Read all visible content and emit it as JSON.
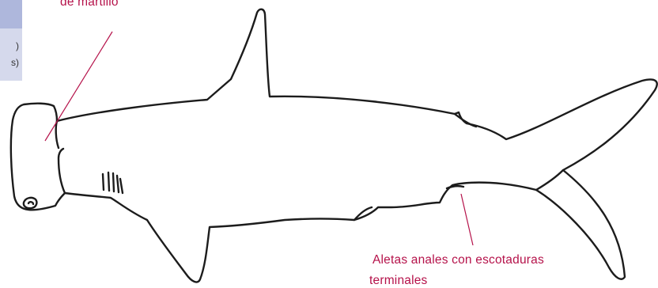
{
  "colors": {
    "panel_head": "#aeb7dc",
    "panel_body": "#d5d9ec",
    "callout": "#b5124a",
    "outline": "#1c1c1c"
  },
  "left_panel": {
    "line1": ")",
    "line2": "s)"
  },
  "labels": {
    "top": "de martillo",
    "bottom_line1": "Aletas anales con escotaduras",
    "bottom_line2": "terminales"
  }
}
